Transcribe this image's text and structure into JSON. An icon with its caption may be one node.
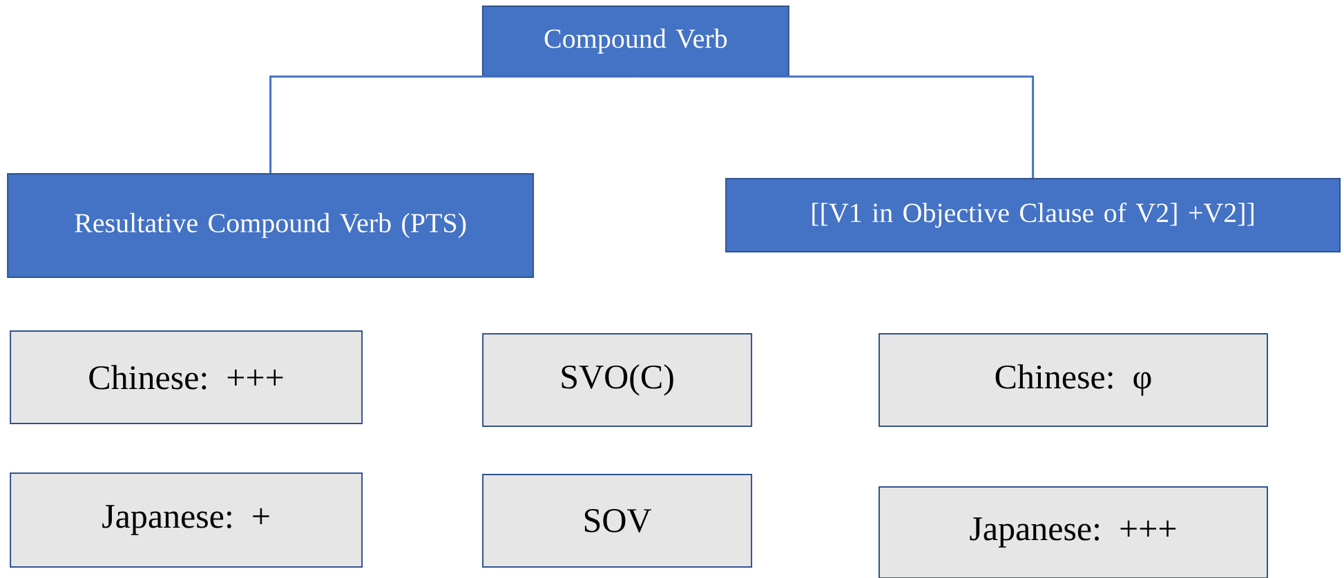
{
  "diagram": {
    "nodes": [
      {
        "text": [
          "Compound Verb"
        ]
      },
      {
        "text": [
          "Resultative Compound Verb (PTS)"
        ]
      },
      {
        "text": [
          "[[V1 in Objective Clause of V2] +V2]]"
        ]
      },
      {
        "text": [
          "Chinese: +++"
        ]
      },
      {
        "text": [
          "SVO(C)"
        ]
      },
      {
        "text": [
          "Chinese: φ"
        ]
      },
      {
        "text": [
          "Japanese: +"
        ]
      },
      {
        "text": [
          "SOV"
        ]
      },
      {
        "text": [
          "Japanese: +++"
        ]
      }
    ],
    "edges": [
      {
        "from": 0,
        "to": 1,
        "arrow": "none"
      },
      {
        "from": 0,
        "to": 2,
        "arrow": "none"
      }
    ]
  }
}
